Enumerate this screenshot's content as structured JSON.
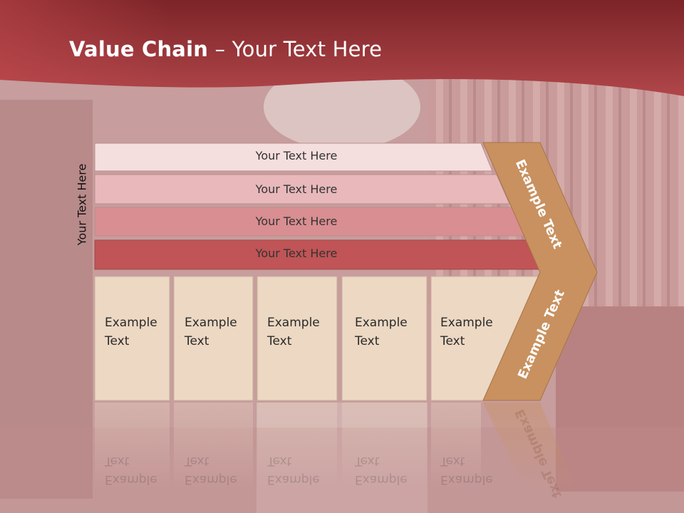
{
  "title": {
    "bold": "Value Chain",
    "rest": " – Your Text Here"
  },
  "side_label": "Your Text Here",
  "bars": [
    {
      "label": "Your Text Here"
    },
    {
      "label": "Your Text Here"
    },
    {
      "label": "Your Text Here"
    },
    {
      "label": "Your Text Here"
    }
  ],
  "cells": [
    {
      "line1": "Example",
      "line2": "Text"
    },
    {
      "line1": "Example",
      "line2": "Text"
    },
    {
      "line1": "Example",
      "line2": "Text"
    },
    {
      "line1": "Example",
      "line2": "Text"
    },
    {
      "line1": "Example",
      "line2": "Text"
    }
  ],
  "chevron": {
    "top_label": "Example Text",
    "bottom_label": "Example Text"
  },
  "colors": {
    "header": "#a8373c",
    "bar1": "#f5dede",
    "bar2": "#e8b8bb",
    "bar3": "#d98e91",
    "bar4": "#c05456",
    "cell": "#ecd8c3",
    "chevron": "#c8915f"
  }
}
